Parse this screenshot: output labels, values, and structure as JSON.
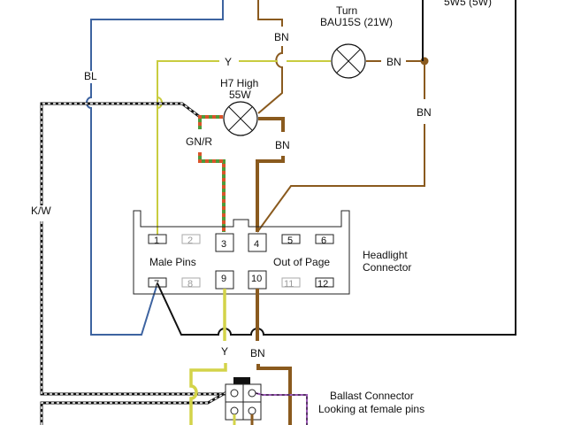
{
  "diagram": {
    "type": "wiring-diagram",
    "labels": {
      "top_right_bulb": "5W5 (5W)",
      "turn_bulb_title": "Turn",
      "turn_bulb_spec": "BAU15S (21W)",
      "high_bulb_title": "H7 High",
      "high_bulb_spec": "55W",
      "connector_name_line1": "Headlight",
      "connector_name_line2": "Connector",
      "connector_note_left": "Male Pins",
      "connector_note_right": "Out of Page",
      "ballast_line1": "Ballast Connector",
      "ballast_line2": "Looking at female pins"
    },
    "wire_labels": {
      "bl": "BL",
      "kw": "K/W",
      "y_top": "Y",
      "bn_top": "BN",
      "bn_turn": "BN",
      "bn_right": "BN",
      "gnr": "GN/R",
      "bn_high": "BN",
      "y_bottom": "Y",
      "bn_bottom": "BN"
    },
    "pins_top": [
      "1",
      "2",
      "3",
      "4",
      "5",
      "6"
    ],
    "pins_bottom": [
      "7",
      "8",
      "9",
      "10",
      "11",
      "12"
    ],
    "wire_colors": {
      "BL": "#3d63a0",
      "Y": "#c9cc3f",
      "BN": "#8a5a1e",
      "K": "#111111",
      "GN": "#4e9a3a",
      "R": "#d9542a",
      "W": "#ffffff",
      "PU": "#9b59b6"
    }
  }
}
